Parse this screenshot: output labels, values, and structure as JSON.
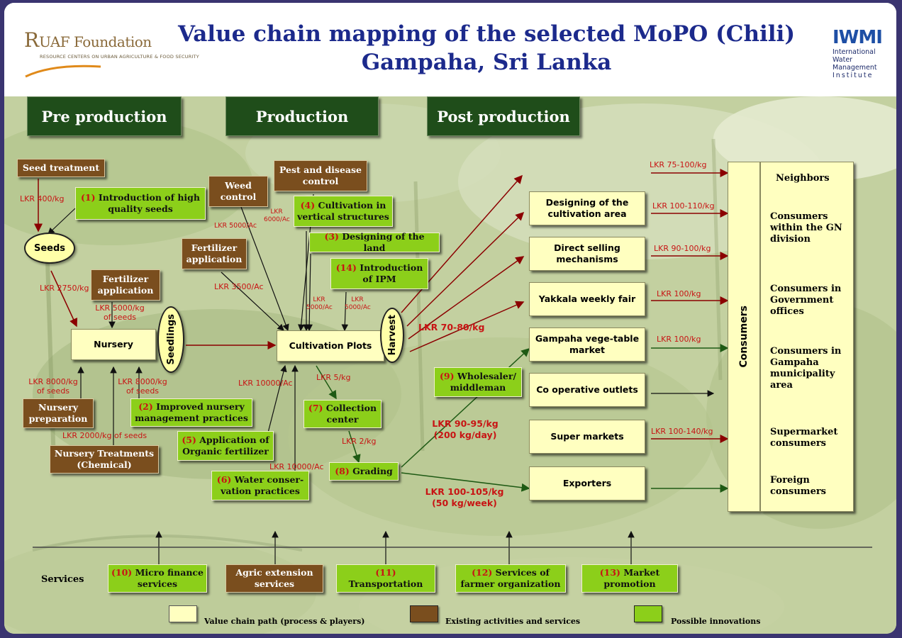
{
  "title_line1": "Value chain mapping of the selected MoPO (Chili)",
  "title_line2": "Gampaha, Sri Lanka",
  "logos": {
    "ruaf_big": "R",
    "ruaf_rest": "UAF",
    "ruaf_foundation": " Foundation",
    "ruaf_tagline": "RESOURCE CENTERS ON URBAN AGRICULTURE & FOOD SECURITY",
    "iwmi_mark": "IWMI",
    "iwmi_line1": "International",
    "iwmi_line2": "Water Management",
    "iwmi_line3": "Institute"
  },
  "phases": {
    "pre": "Pre production",
    "production": "Production",
    "post": "Post production"
  },
  "nodes": {
    "seed_treatment": "Seed treatment",
    "intro_seeds_n": "(1)",
    "intro_seeds": " Introduction of high quality seeds",
    "seeds": "Seeds",
    "fert_app_pre": "Fertilizer application",
    "nursery": "Nursery",
    "seedlings": "Seedlings",
    "nursery_prep": "Nursery preparation",
    "nursery_treat": "Nursery Treatments (Chemical)",
    "improved_nursery_n": "(2)",
    "improved_nursery": " Improved nursery management practices",
    "weed_control": "Weed control",
    "pest_control": "Pest and disease control",
    "vertical_n": "(4)",
    "vertical": " Cultivation in vertical structures",
    "design_land_n": "(3)",
    "design_land": " Designing of the land",
    "fert_app_prod": "Fertilizer application",
    "ipm_n": "(14)",
    "ipm": " Introduction of IPM",
    "cultivation_plots": "Cultivation Plots",
    "harvest": "Harvest",
    "organic_n": "(5)",
    "organic": " Application of Organic fertilizer",
    "water_n": "(6)",
    "water": " Water conser-vation practices",
    "collection_n": "(7)",
    "collection": " Collection center",
    "grading_n": "(8)",
    "grading": " Grading",
    "wholesaler_n": "(9)",
    "wholesaler": " Wholesaler/ middleman",
    "design_cult": "Designing of the cultivation area",
    "direct_selling": "Direct selling mechanisms",
    "yakkala": "Yakkala weekly fair",
    "gampaha_market": "Gampaha vege-table market",
    "coop": "Co operative outlets",
    "supermarkets": "Super markets",
    "exporters": "Exporters",
    "consumers": "Consumers"
  },
  "consumer_groups": [
    "Neighbors",
    "Consumers within the GN division",
    "Consumers in Government offices",
    "Consumers in Gampaha municipality area",
    "Supermarket consumers",
    "Foreign consumers"
  ],
  "prices": {
    "seeds_400": "LKR 400/kg",
    "seeds_2750": "LKR 2750/kg",
    "fert_5000": "LKR 5000/kg of seeds",
    "prep_8000": "LKR 8000/kg of seeds",
    "treat_8000": "LKR 8000/kg of seeds",
    "treat_2000": "LKR 2000/kg of seeds",
    "weed_5000": "LKR 5000/Ac",
    "pest_6000": "LKR 6000/Ac",
    "fert_3500": "LKR 3500/Ac",
    "ipm_5000a": "LKR 5000/Ac",
    "ipm_5000b": "LKR 5000/Ac",
    "organic_10000": "LKR 10000/Ac",
    "water_10000": "LKR 10000/Ac",
    "collect_5": "LKR 5/kg",
    "grade_2": "LKR 2/kg",
    "harvest_7080": "LKR 70-80/kg",
    "wholesale_9095": "LKR 90-95/kg",
    "wholesale_qty": "(200 kg/day)",
    "export_100105": "LKR 100-105/kg",
    "export_qty": "(50 kg/week)",
    "neighbors": "LKR 75-100/kg",
    "design_cult": "LKR 100-110/kg",
    "direct": "LKR 90-100/kg",
    "yakkala": "LKR 100/kg",
    "gampaha": "LKR 100/kg",
    "supermarket": "LKR 100-140/kg"
  },
  "services": {
    "label": "Services",
    "micro_n": "(10)",
    "micro": " Micro finance services",
    "agric": "Agric extension services",
    "transport_n": "(11)",
    "transport": " Transportation",
    "farmer_n": "(12)",
    "farmer": " Services of farmer organization",
    "market_n": "(13)",
    "market": " Market promotion"
  },
  "legend": {
    "yellow": "Value chain path (process & players)",
    "brown": "Existing activities and services",
    "green": "Possible innovations"
  },
  "colors": {
    "title": "#1c2a8c",
    "value_chain": "#ffffc0",
    "existing": "#7a4e1e",
    "innovation": "#8ccf1a",
    "price": "#c81414",
    "phase": "#1f4d1a"
  }
}
